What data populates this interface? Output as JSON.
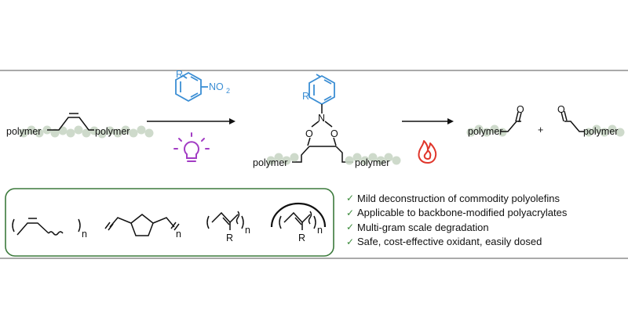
{
  "colors": {
    "reagent_blue": "#3b8ed4",
    "photocatalyst_purple": "#a23cc4",
    "heat_red": "#e0362b",
    "box_green": "#3c7a3c",
    "polymer_bead": "#c9d7c6",
    "check_green": "#3a8a3a"
  },
  "icons": [
    "light-bulb-icon",
    "flame-icon",
    "checkmark-icon"
  ],
  "scheme": {
    "start": {
      "left": "polymer",
      "right": "polymer"
    },
    "reagent": {
      "substituent": "R",
      "group": "NO",
      "group_sub": "2"
    },
    "intermediate": {
      "substituent": "R",
      "n_atom": "N",
      "o_left": "O",
      "o_right": "O",
      "left": "polymer",
      "right": "polymer"
    },
    "products": {
      "p1": "polymer",
      "plus": "+",
      "p2": "polymer",
      "o1": "O",
      "o2": "O"
    }
  },
  "scope": {
    "n1": "n",
    "n2": "n",
    "n3": "n",
    "n4": "n",
    "r3": "R",
    "r4": "R"
  },
  "benefits": [
    "Mild deconstruction of commodity polyolefins",
    "Applicable to backbone-modified polyacrylates",
    "Multi-gram scale degradation",
    "Safe, cost-effective oxidant, easily dosed"
  ]
}
